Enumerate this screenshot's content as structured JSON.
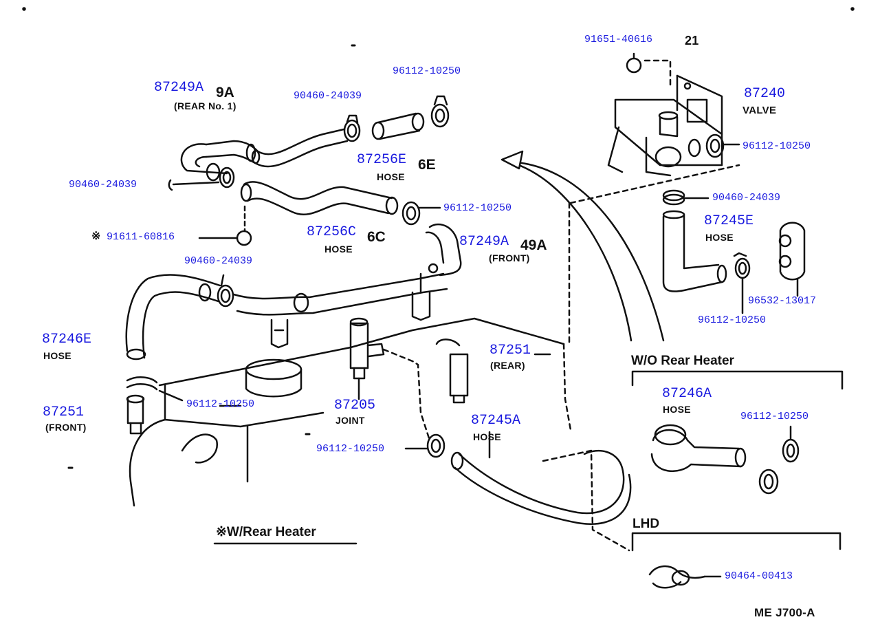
{
  "labels": {
    "p87249a_rear": "87249A",
    "p87249a_rear_desc": "(REAR No. 1)",
    "p87249a_rear_ghost": "9A",
    "p90460_top": "90460-24039",
    "p96112_top": "96112-10250",
    "p87256e": "87256E",
    "p87256e_ghost": "6E",
    "p87256e_desc": "HOSE",
    "p90460_left": "90460-24039",
    "p96112_mid": "96112-10250",
    "p91611": "91611-60816",
    "p91611_mark": "※",
    "p87256c": "87256C",
    "p87256c_ghost": "6C",
    "p87256c_desc": "HOSE",
    "p87249a_front": "87249A",
    "p87249a_front_ghost": "49A",
    "p87249a_front_desc": "(FRONT)",
    "p90460_mid": "90460-24039",
    "p87246e": "87246E",
    "p87246e_desc": "HOSE",
    "p87251_rear": "87251",
    "p87251_rear_desc": "(REAR)",
    "p87205": "87205",
    "p87205_desc": "JOINT",
    "p96112_low": "96112-10250",
    "p87251_front": "87251",
    "p87251_front_desc": "(FRONT)",
    "p87245a": "87245A",
    "p87245a_desc": "HOSE",
    "p96112_bottom": "96112-10250",
    "p91651": "91651-40616",
    "p91651_ghost": "21",
    "p87240": "87240",
    "p87240_desc": "VALVE",
    "p96112_valve": "96112-10250",
    "p90460_right": "90460-24039",
    "p87245e": "87245E",
    "p87245e_desc": "HOSE",
    "p96532": "96532-13017",
    "p96112_right": "96112-10250",
    "p87246a": "87246A",
    "p87246a_desc": "HOSE",
    "p96112_wo": "96112-10250",
    "p90464": "90464-00413"
  },
  "sections": {
    "wo_rear_heater": "W/O Rear Heater",
    "lhd": "LHD",
    "w_rear_heater": "※W/Rear Heater"
  },
  "footer": {
    "code": "ME J700-A"
  },
  "colors": {
    "part_number": "#1a1adf",
    "line": "#111111",
    "background": "#ffffff"
  }
}
